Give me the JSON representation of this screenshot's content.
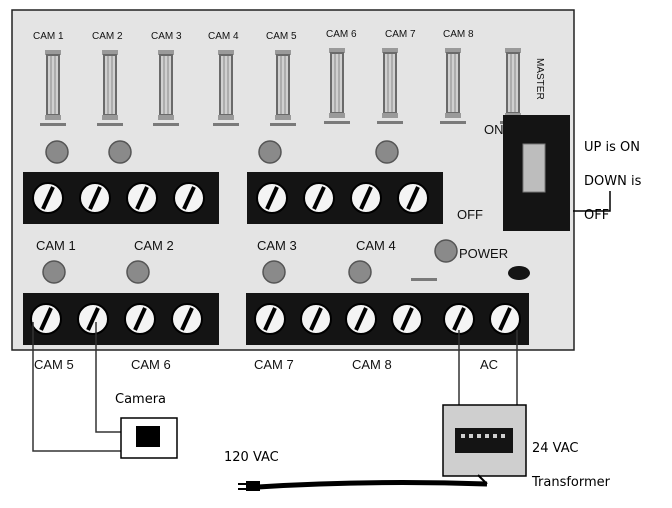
{
  "board": {
    "top_labels": [
      "CAM 1",
      "CAM 2",
      "CAM 3",
      "CAM 4",
      "CAM 5",
      "CAM 6",
      "CAM 7",
      "CAM 8"
    ],
    "master_label": "MASTER",
    "on_label": "ON",
    "off_label": "OFF",
    "power_label": "POWER",
    "row1_labels": [
      "CAM 1",
      "CAM 2",
      "CAM 3",
      "CAM 4"
    ],
    "row2_labels": [
      "CAM 5",
      "CAM 6",
      "CAM 7",
      "CAM 8",
      "AC"
    ]
  },
  "annotations": {
    "switch_note_lines": [
      "UP is ON",
      "DOWN is",
      "OFF"
    ],
    "camera": "Camera",
    "transformer_line1": "24 VAC",
    "transformer_line2": "Transformer",
    "mains": "120 VAC"
  },
  "colors": {
    "board_bg": "#e4e4e4",
    "terminal_block": "#141414",
    "led": "#8a8a8a",
    "line": "#333333"
  }
}
